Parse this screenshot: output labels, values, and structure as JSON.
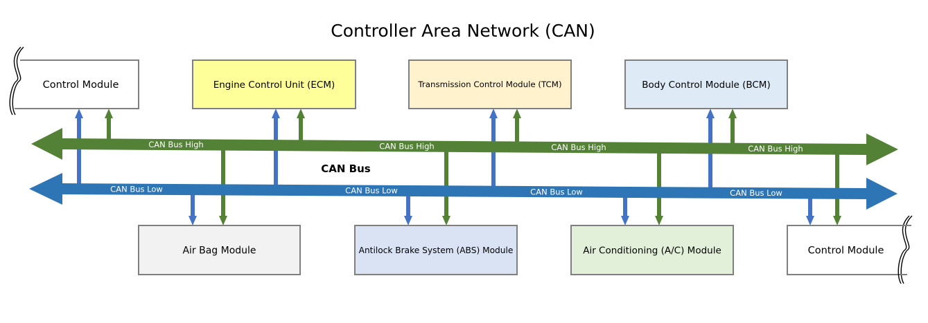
{
  "title": "Controller Area Network (CAN)",
  "bus_title": "CAN Bus",
  "colors": {
    "bus_high": "#538135",
    "bus_low": "#2E75B6",
    "connector_low": "#4472C4",
    "connector_high": "#548235",
    "box_border": "#7F7F7F"
  },
  "buses": {
    "high": {
      "name": "CAN Bus High",
      "labels": [
        "CAN Bus High",
        "CAN Bus High",
        "CAN Bus High",
        "CAN Bus High"
      ],
      "direction": "bidirectional"
    },
    "low": {
      "name": "CAN Bus Low",
      "labels": [
        "CAN Bus Low",
        "CAN Bus Low",
        "CAN Bus Low",
        "CAN Bus Low"
      ],
      "direction": "bidirectional"
    }
  },
  "top_modules": [
    {
      "id": "control-module-left",
      "label": "Control Module",
      "fill": "#FFFFFF",
      "truncated_side": "left",
      "connections": [
        "low-to-module",
        "high-to-module"
      ]
    },
    {
      "id": "ecm",
      "label": "Engine Control Unit (ECM)",
      "fill": "#FFFF99",
      "connections": [
        "low-to-module",
        "high-to-module"
      ]
    },
    {
      "id": "tcm",
      "label": "Transmission Control Module (TCM)",
      "fill": "#FFF2CC",
      "connections": [
        "low-to-module",
        "high-to-module"
      ]
    },
    {
      "id": "bcm",
      "label": "Body Control Module (BCM)",
      "fill": "#DEEBF7",
      "connections": [
        "low-to-module",
        "high-to-module"
      ]
    }
  ],
  "bottom_modules": [
    {
      "id": "air-bag",
      "label": "Air Bag Module",
      "fill": "#F2F2F2",
      "connections": [
        "low-to-module",
        "high-to-module"
      ]
    },
    {
      "id": "abs",
      "label": "Antilock Brake System (ABS) Module",
      "fill": "#DAE3F3",
      "connections": [
        "low-to-module",
        "high-to-module"
      ]
    },
    {
      "id": "ac",
      "label": "Air Conditioning (A/C) Module",
      "fill": "#E2F0D9",
      "connections": [
        "low-to-module",
        "high-to-module"
      ]
    },
    {
      "id": "control-module-right",
      "label": "Control Module",
      "fill": "#FFFFFF",
      "truncated_side": "right",
      "connections": [
        "low-to-module",
        "high-to-module"
      ]
    }
  ]
}
